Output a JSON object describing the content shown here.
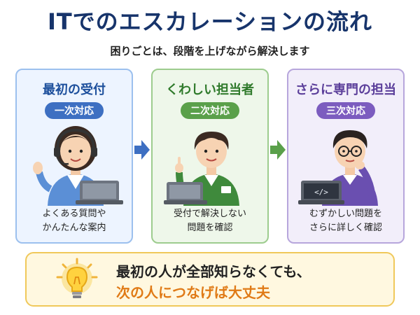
{
  "title": "ITでのエスカレーションの流れ",
  "subtitle": "困りごとは、段階を上げながら解決します",
  "cards": [
    {
      "head": "最初の受付",
      "badge": "一次対応",
      "desc_1": "よくある質問や",
      "desc_2": "かんたんな案内"
    },
    {
      "head": "くわしい担当者",
      "badge": "二次対応",
      "desc_1": "受付で解決しない",
      "desc_2": "問題を確認"
    },
    {
      "head": "さらに専門の担当",
      "badge": "三次対応",
      "desc_1": "むずかしい問題を",
      "desc_2": "さらに詳しく確認"
    }
  ],
  "banner": {
    "line1": "最初の人が全部知らなくても、",
    "line2": "次の人につなげば大丈夫"
  },
  "colors": {
    "title": "#17346b",
    "tier1": "#3d6fc2",
    "tier2": "#5aa04a",
    "tier3": "#7c5cbf",
    "highlight": "#e07a16"
  }
}
